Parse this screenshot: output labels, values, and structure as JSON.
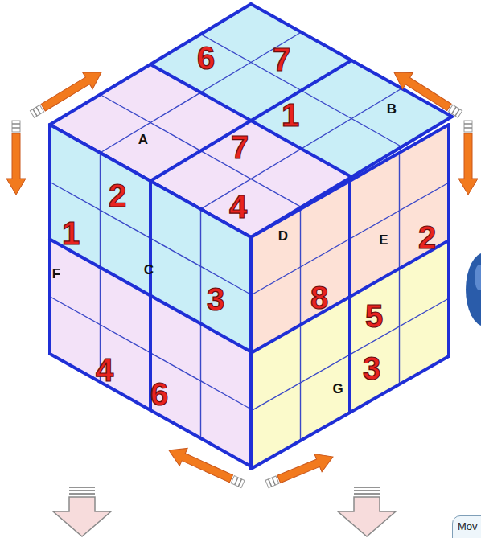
{
  "diagram": {
    "nodes": [
      {
        "text": [
          "Mov"
        ]
      }
    ],
    "labels": [
      "6",
      "7",
      "1",
      "B",
      "A",
      "7",
      "2",
      "4",
      "1",
      "D",
      "E",
      "2",
      "C",
      "F",
      "3",
      "8",
      "5",
      "3",
      "4",
      "G",
      "6"
    ]
  }
}
